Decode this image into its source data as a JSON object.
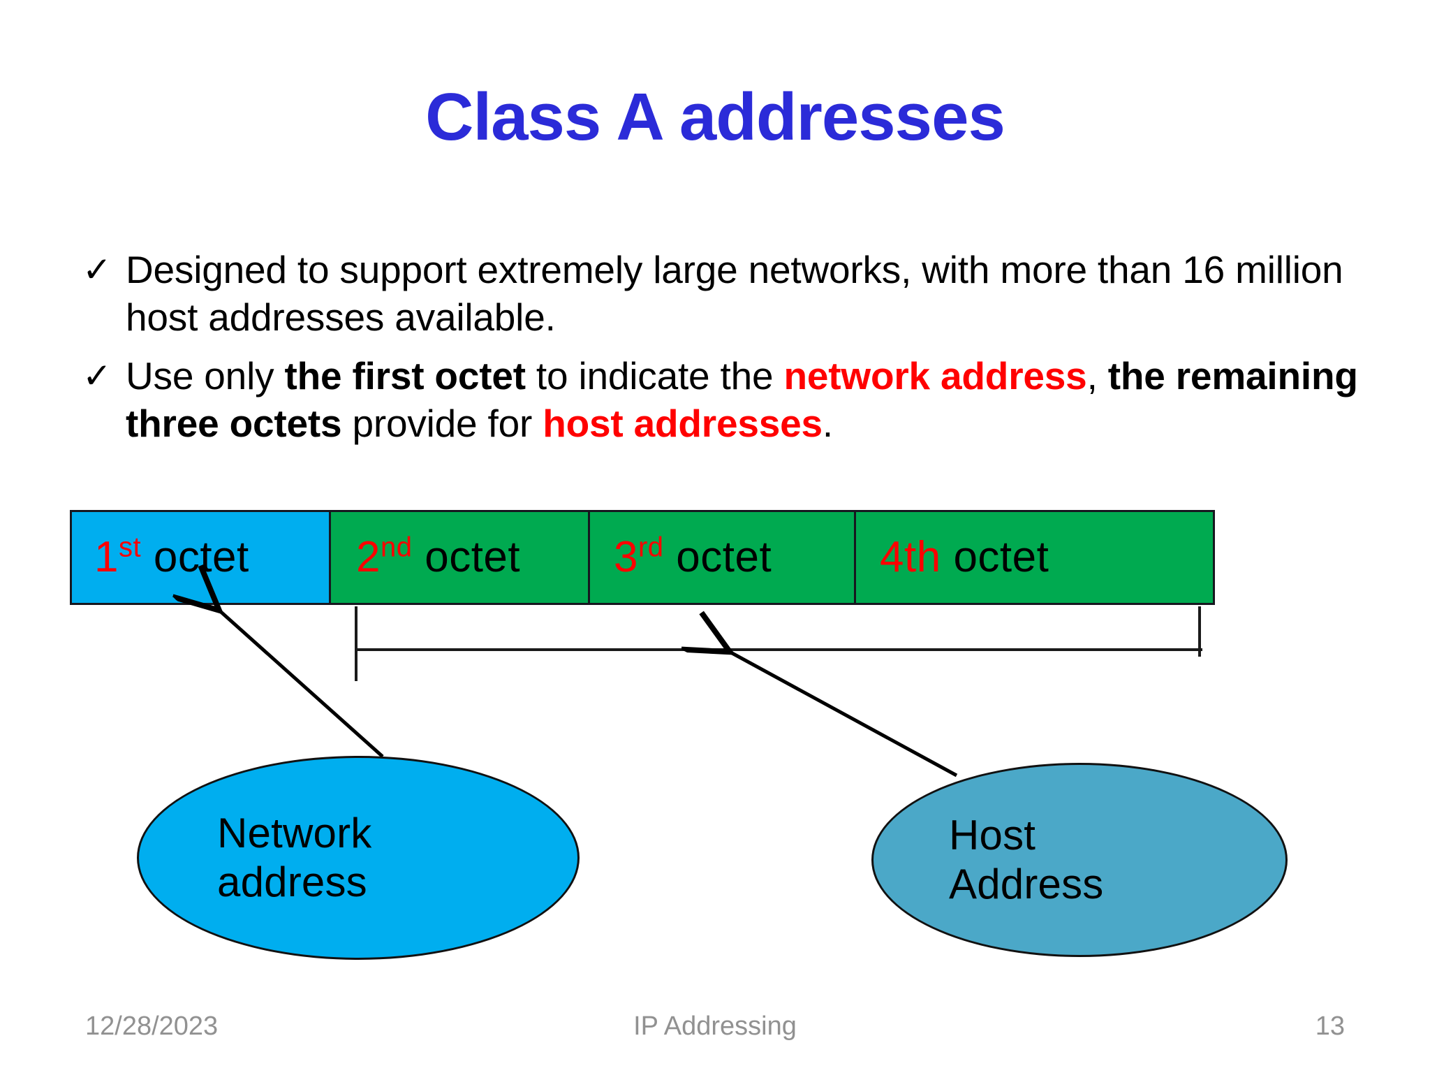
{
  "slide": {
    "title": "Class A addresses",
    "title_color": "#2B2BD8"
  },
  "bullets": [
    {
      "marker": "✓",
      "segments": [
        {
          "text": "Designed to support extremely large networks, with more than 16 million host addresses available.",
          "style": "normal"
        }
      ]
    },
    {
      "marker": "✓",
      "segments": [
        {
          "text": "Use only ",
          "style": "normal"
        },
        {
          "text": "the first octet",
          "style": "bold"
        },
        {
          "text": " to indicate the ",
          "style": "normal"
        },
        {
          "text": "network address",
          "style": "red-bold"
        },
        {
          "text": ", ",
          "style": "normal"
        },
        {
          "text": "the remaining three octets",
          "style": "bold"
        },
        {
          "text": " provide for ",
          "style": "normal"
        },
        {
          "text": "host addresses",
          "style": "red-bold"
        },
        {
          "text": ".",
          "style": "normal"
        }
      ]
    }
  ],
  "octet_bar": {
    "cells": [
      {
        "ordinal": "1",
        "suffix": "st",
        "suffix_superscript": true,
        "label": "octet",
        "fill": "#00AEEF",
        "role": "network"
      },
      {
        "ordinal": "2",
        "suffix": "nd",
        "suffix_superscript": true,
        "label": "octet",
        "fill": "#00AA50",
        "role": "host"
      },
      {
        "ordinal": "3",
        "suffix": "rd",
        "suffix_superscript": true,
        "label": "octet",
        "fill": "#00AA50",
        "role": "host"
      },
      {
        "ordinal": "4",
        "suffix": "th",
        "suffix_superscript": false,
        "label": "octet",
        "fill": "#00AA50",
        "role": "host"
      }
    ],
    "ordinal_color": "#FF0000",
    "label_color": "#000000",
    "border_color": "#17171F"
  },
  "callouts": [
    {
      "id": "network",
      "line1": "Network",
      "line2": "address",
      "fill": "#00AEEF",
      "points_to": "1st octet"
    },
    {
      "id": "host",
      "line1": "Host",
      "line2": "Address",
      "fill": "#4BA8C8",
      "points_to": "2nd-4th octets bracket"
    }
  ],
  "footer": {
    "date": "12/28/2023",
    "subject": "IP Addressing",
    "page_number": "13",
    "color": "#919191"
  }
}
